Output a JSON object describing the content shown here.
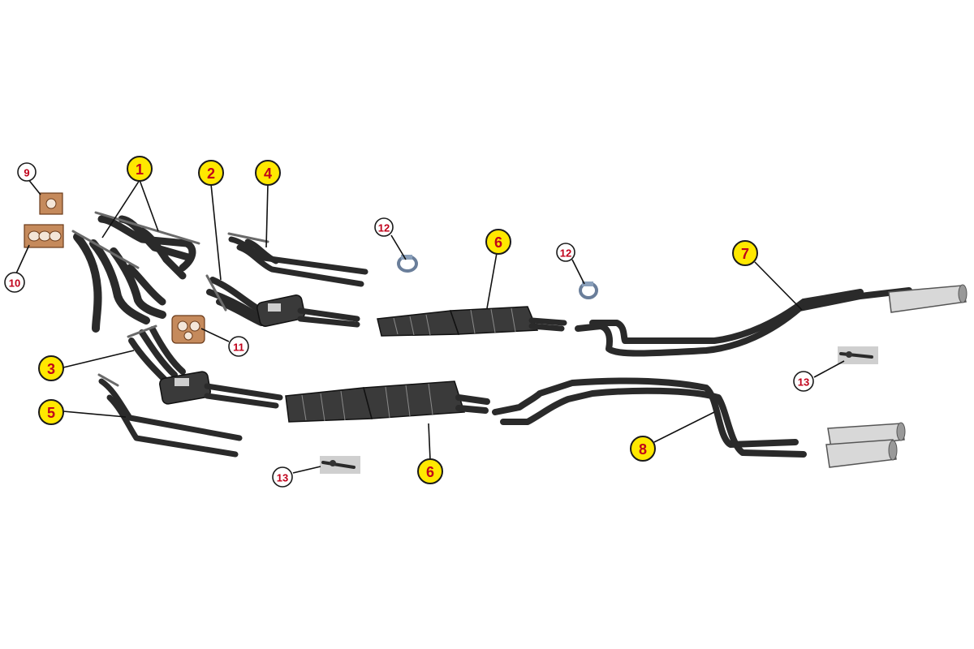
{
  "callouts": {
    "c1": "1",
    "c2": "2",
    "c3": "3",
    "c4": "4",
    "c5": "5",
    "c6a": "6",
    "c6b": "6",
    "c7": "7",
    "c8": "8",
    "c9": "9",
    "c10": "10",
    "c11": "11",
    "c12a": "12",
    "c12b": "12",
    "c13a": "13",
    "c13b": "13"
  },
  "colors": {
    "callout_major_fill": "#ffe800",
    "callout_text": "#c0001a",
    "pipe": "#2a2a2a",
    "gasket": "#c58a5c"
  }
}
